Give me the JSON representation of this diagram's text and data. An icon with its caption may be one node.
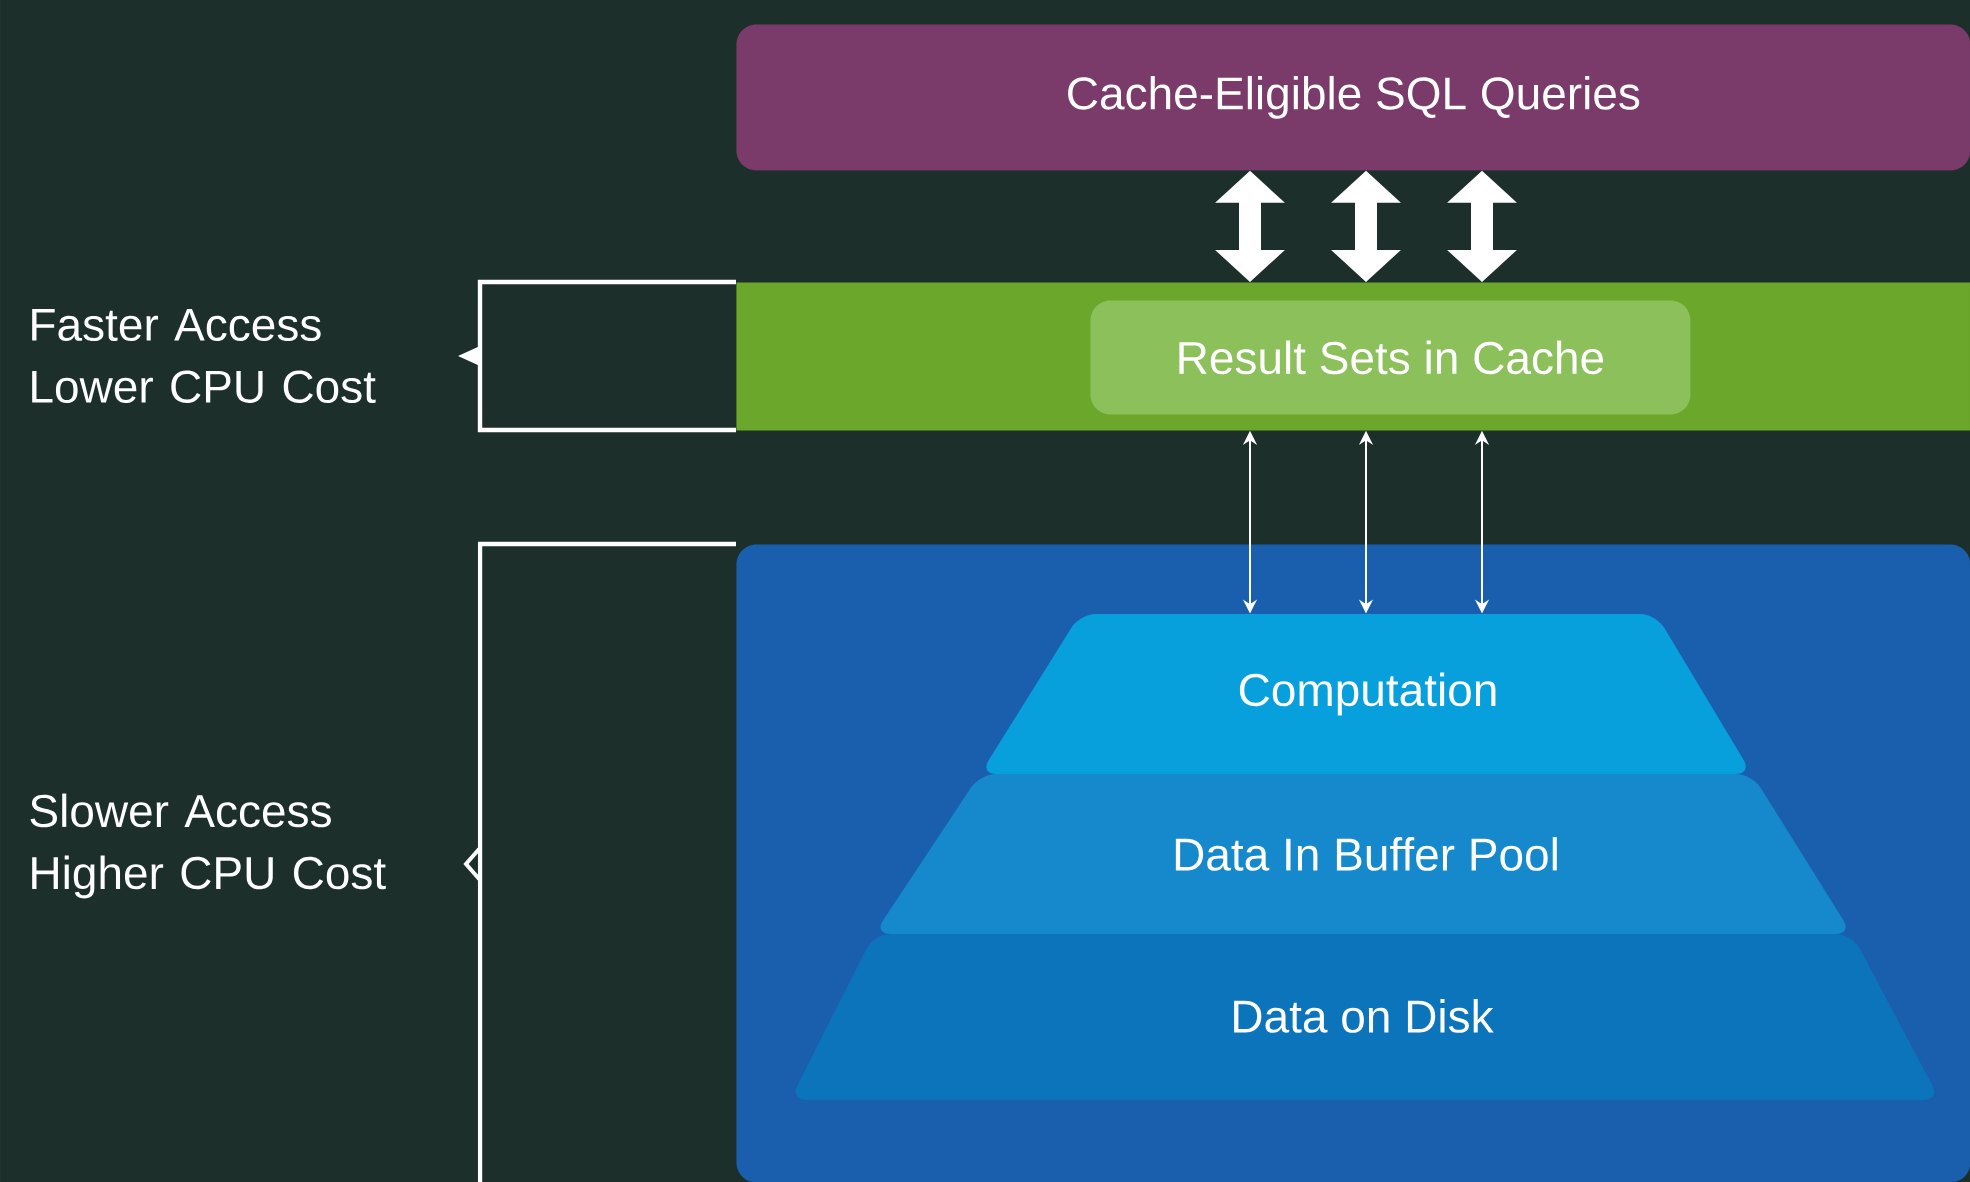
{
  "diagram": {
    "nodes": [
      {
        "text": [
          "Cache-Eligible SQL Queries"
        ]
      },
      {
        "text": [],
        "shape": "box"
      },
      {
        "text": [
          "Result Sets in Cache"
        ],
        "in": 1
      },
      {
        "text": [],
        "shape": "box"
      },
      {
        "text": [
          "Computation"
        ],
        "in": 3
      },
      {
        "text": [
          "Data In Buffer Pool"
        ],
        "in": 3
      },
      {
        "text": [
          "Data on Disk"
        ],
        "in": 3
      }
    ],
    "edges": [
      {
        "from": 0,
        "to": 1,
        "arrow": "both",
        "style": "thick"
      },
      {
        "from": 0,
        "to": 1,
        "arrow": "both",
        "style": "thick"
      },
      {
        "from": 0,
        "to": 1,
        "arrow": "both",
        "style": "thick"
      },
      {
        "from": 1,
        "to": 4,
        "arrow": "both"
      },
      {
        "from": 1,
        "to": 4,
        "arrow": "both"
      },
      {
        "from": 1,
        "to": 4,
        "arrow": "both"
      }
    ],
    "labels": [
      "Faster Access Lower CPU Cost",
      "Slower Access Higher CPU Cost"
    ]
  }
}
